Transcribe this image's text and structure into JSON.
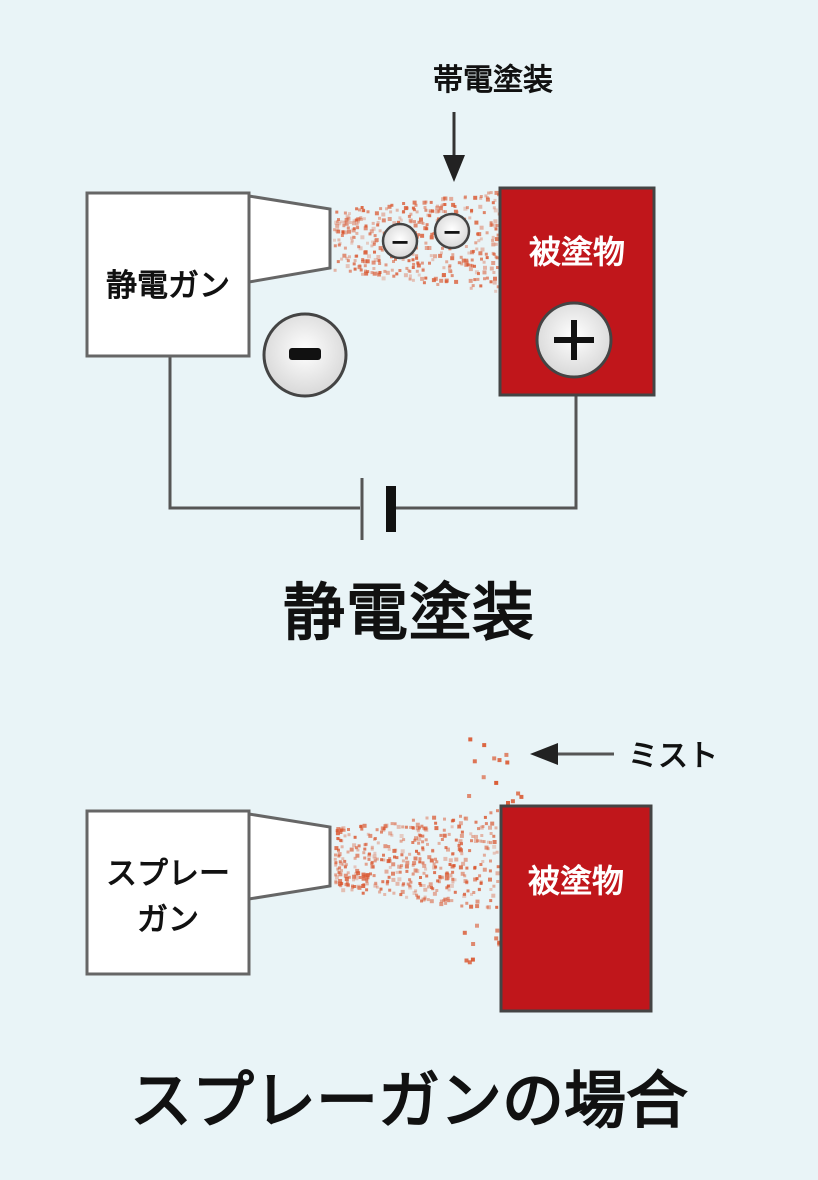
{
  "top_diagram": {
    "callout_label": "帯電塗装",
    "gun_label": "静電ガン",
    "target_label": "被塗物",
    "gun_charge_sign": "−",
    "particle_charge_sign": "−",
    "target_charge_sign": "+",
    "heading": "静電塗装"
  },
  "bottom_diagram": {
    "callout_label": "ミスト",
    "gun_label_line1": "スプレー",
    "gun_label_line2": "ガン",
    "target_label": "被塗物",
    "heading": "スプレーガンの場合"
  },
  "colors": {
    "background": "#e9f4f7",
    "target_fill": "#c0161b",
    "paint_particles": "#d9542c",
    "outline": "#555555"
  }
}
